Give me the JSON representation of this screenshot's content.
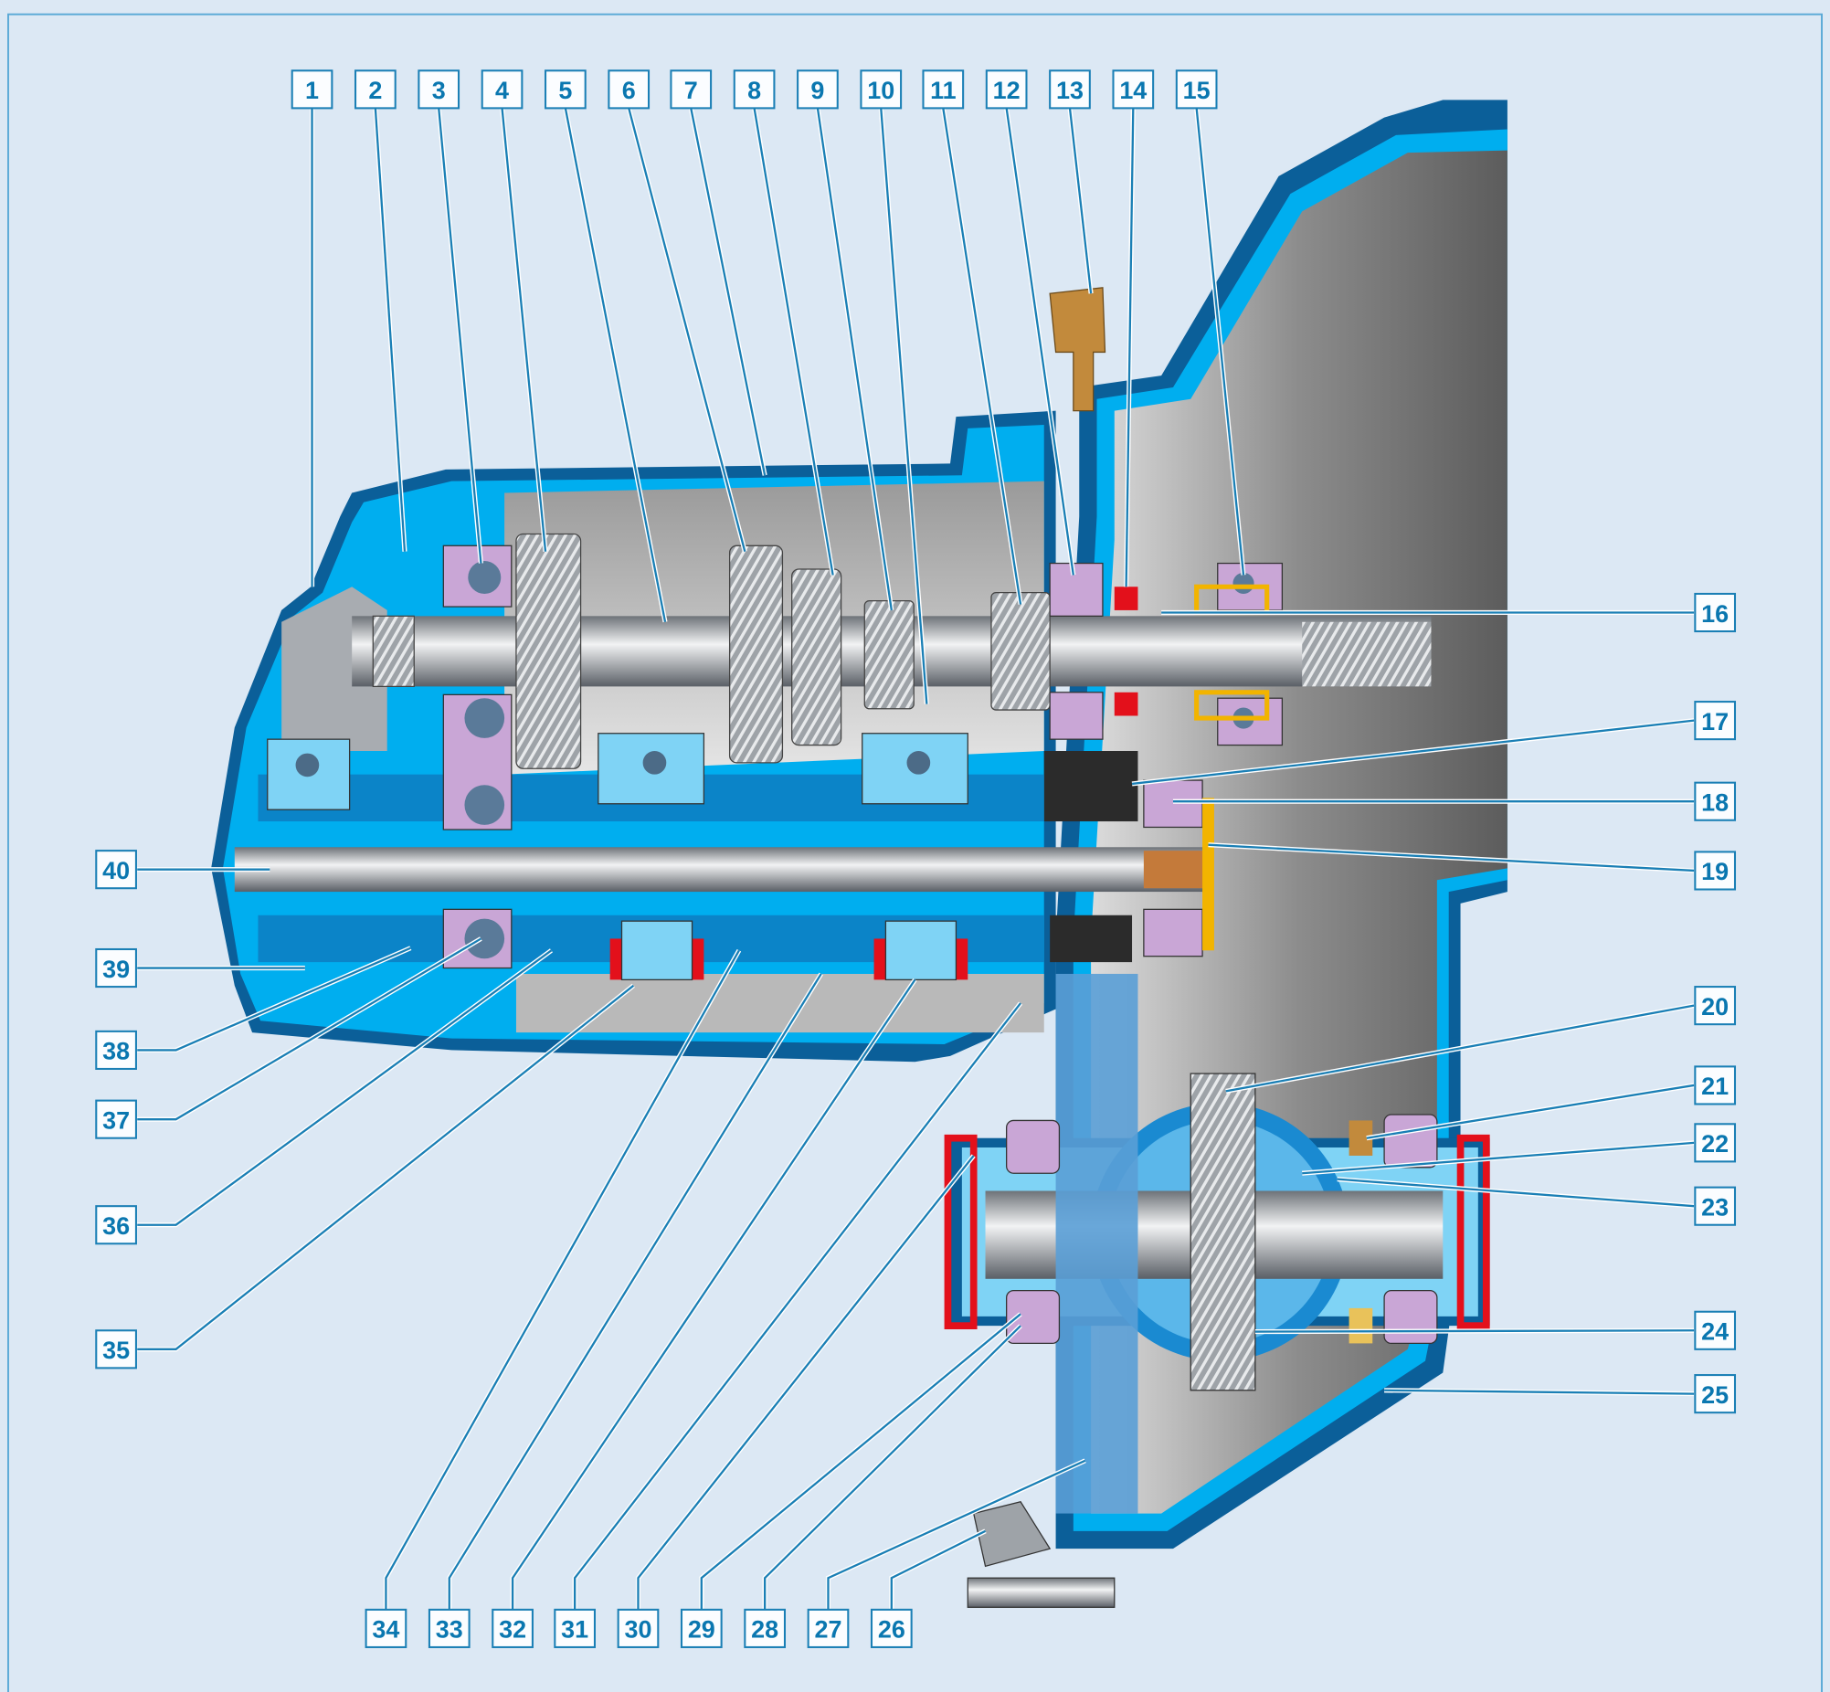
{
  "diagram": {
    "labels": [
      "1",
      "2",
      "3",
      "4",
      "5",
      "6",
      "7",
      "8",
      "9",
      "10",
      "11",
      "12",
      "13",
      "14",
      "15",
      "16",
      "17",
      "18",
      "19",
      "20",
      "21",
      "22",
      "23",
      "24",
      "25",
      "26",
      "27",
      "28",
      "29",
      "30",
      "31",
      "32",
      "33",
      "34",
      "35",
      "36",
      "37",
      "38",
      "39",
      "40"
    ]
  },
  "colors": {
    "background": "#dce8f4",
    "housing": "#00aeef",
    "housing_outline": "#0b5f99",
    "housing_light": "#7fd3f5",
    "metal": "#8a8f96",
    "bearing": "#c9a6d6",
    "seal": "#e3101b",
    "accent_brown": "#c28a3c",
    "label_text": "#0a77b0"
  }
}
